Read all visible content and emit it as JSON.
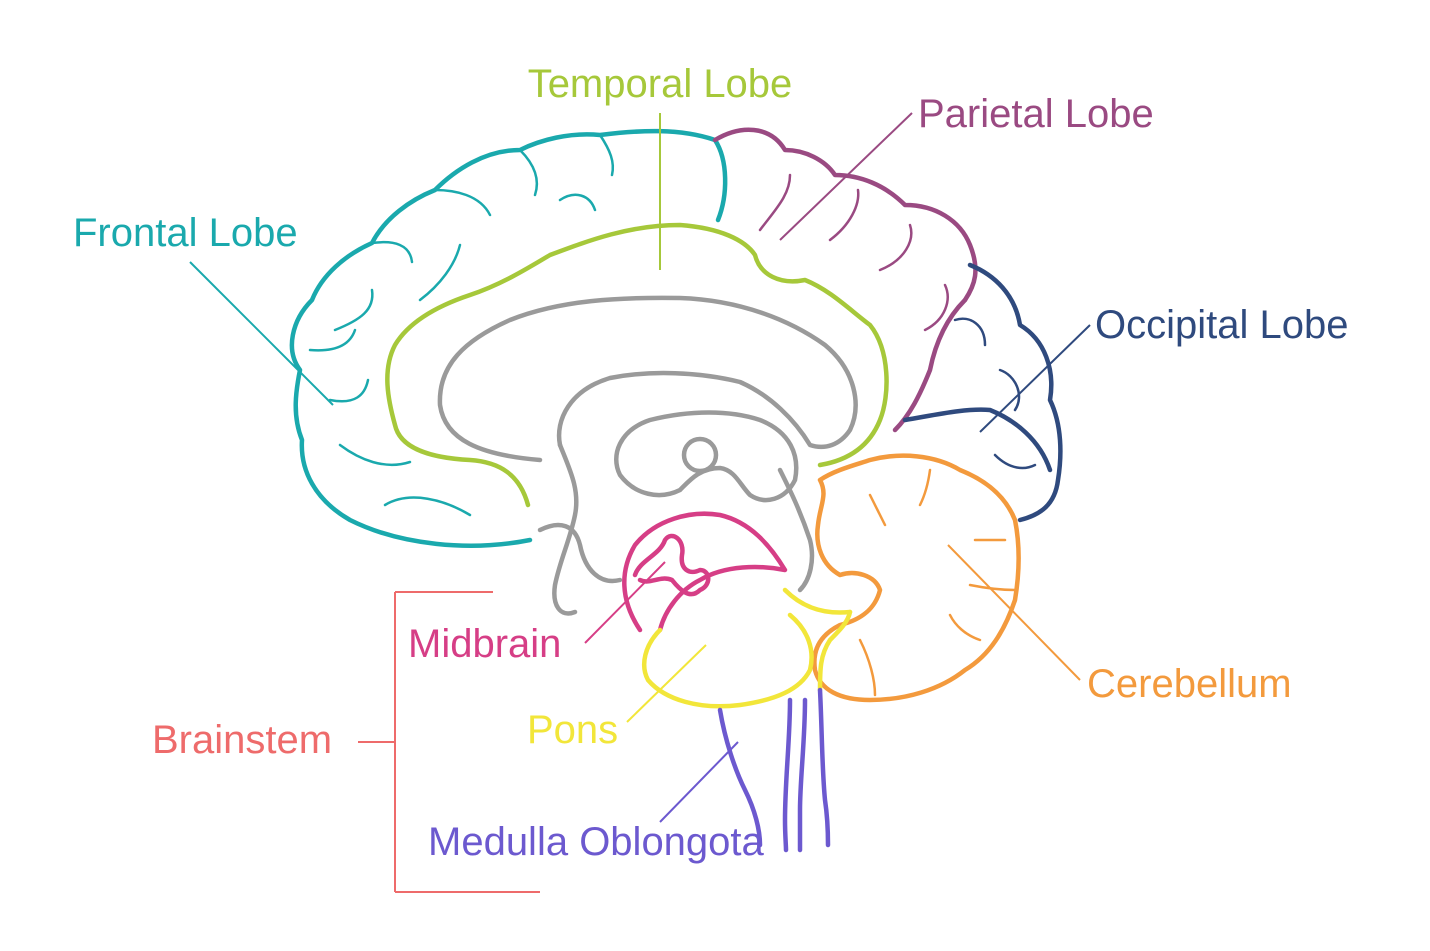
{
  "labels": {
    "temporal": "Temporal Lobe",
    "parietal": "Parietal Lobe",
    "frontal": "Frontal Lobe",
    "occipital": "Occipital Lobe",
    "cerebellum": "Cerebellum",
    "midbrain": "Midbrain",
    "pons": "Pons",
    "brainstem": "Brainstem",
    "medulla": "Medulla Oblongota"
  },
  "colors": {
    "frontal": "#1aa9ad",
    "temporal": "#a6c83a",
    "parietal": "#9a4a82",
    "occipital": "#2f4a7e",
    "cerebellum": "#f39a3d",
    "midbrain": "#d63e86",
    "pons": "#f2e63a",
    "brainstem": "#ee6b6b",
    "medulla": "#6c59cf",
    "inner": "#9a9a9a"
  }
}
